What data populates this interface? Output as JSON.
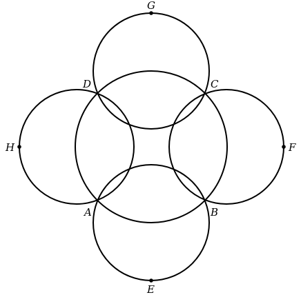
{
  "figure": {
    "points": {
      "A": "A",
      "B": "B",
      "C": "C",
      "D": "D",
      "E": "E",
      "F": "F",
      "G": "G",
      "H": "H"
    }
  }
}
